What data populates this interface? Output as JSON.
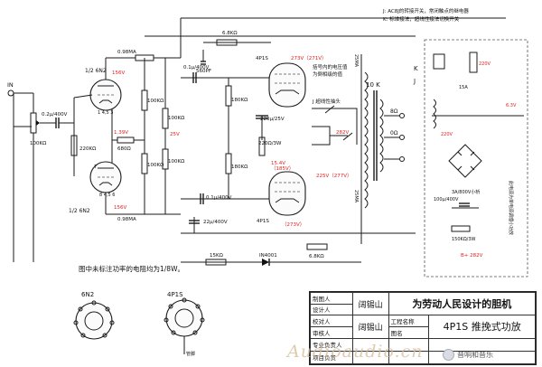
{
  "labels": {
    "input": "IN",
    "tube1": "1/2 6N2",
    "tube2": "1/2 6N2",
    "pins_a": "1\n4,5\n3",
    "pins_b": "8\n4,5\n6",
    "tube_out1": "4P1S",
    "tube_out2": "4P1S",
    "c_in": "0.2μ/400V",
    "r_gain": "100KΩ",
    "r_grid": "220KΩ",
    "r_680": "680Ω",
    "r_100k_a": "100KΩ",
    "r_100k_b": "100KΩ",
    "r_100k_c": "100KΩ",
    "r_100k_d": "100KΩ",
    "r_180k_a": "180KΩ",
    "r_180k_b": "180KΩ",
    "r_fb": "6.8KΩ",
    "c_fb": "560PF",
    "c_cpl1": "0.1μ/400V",
    "c_cpl2": "0.1μ/400V",
    "c_cath": "220μ/25V",
    "r_cath": "220Ω/3W",
    "c_bypass": "22μ/400V",
    "r_15k": "15KΩ",
    "r_68k": "6.8KΩ",
    "diode": "IN4001",
    "v156a": "156V",
    "v156b": "156V",
    "v25": "25V",
    "v139": "1.39V",
    "v154": "15.4V",
    "v185": "（185V）",
    "v273a": "273V（271V）",
    "v273b": "（273V）",
    "v225": "225V（277V）",
    "v282": "282V",
    "ma098a": "0.98MA",
    "ma098b": "0.98MA",
    "ma_ot": "25MA",
    "ma_ot2": "25MA",
    "ot_label": "10 K",
    "ohm8": "8Ω",
    "ohm0": "0Ω",
    "ot_note1": "括号内的电压值",
    "ot_note2": "为倒相级的值",
    "sw_note": "J 超线性抽头",
    "legend1": "J: AC8J的转接开关，常闭触点的继电器",
    "legend2": "K: 标准接法，超线性接法切换开关",
    "ps_r1": "100μ/400V",
    "ps_r2": "150KΩ/3W",
    "ps_c": "3A/800V小桥",
    "ps_v": "B+ 282V",
    "ps_vert": "此电源为单电源调理小功放",
    "ps_k": "K",
    "ps_j": "J",
    "ps_220": "220V",
    "ps_15a": "15A",
    "ps_6v": "6.3V",
    "ps_ac": "220V",
    "note": "图中未标注功率的电阻均为1/8W。",
    "bot_6n2": "6N2",
    "bot_4p1s": "4P1S",
    "pin_label": "管脚",
    "tb_r1": "制图人",
    "tb_r2": "设计人",
    "tb_r3": "校对人",
    "tb_r4": "审核人",
    "tb_r5": "专业负责人",
    "tb_r6": "项目负责",
    "tb_name": "阔锡山",
    "tb_name2": "阔锡山",
    "tb_title": "为劳动人民设计的胆机",
    "tb_proj": "工程名称",
    "tb_draw": "图名",
    "tb_sub": "4P1S 推挽式功放",
    "watermark": "Audioaudio.cn",
    "brand": "音响和音乐"
  },
  "colors": {
    "ink": "#1a1a1a",
    "voltage": "#d22222",
    "paper": "#ffffff"
  }
}
